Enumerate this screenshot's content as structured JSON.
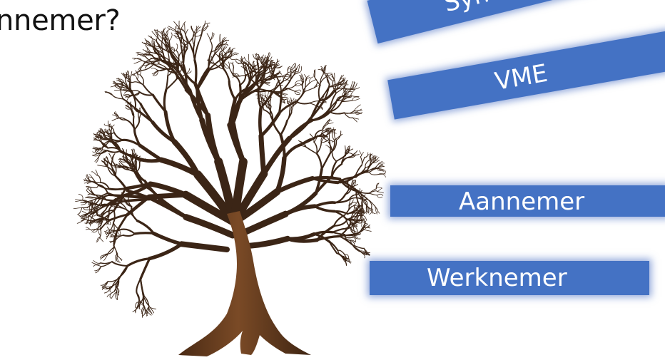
{
  "title": "nnemer?",
  "colors": {
    "banner": "#4472c4",
    "trunk": "#6a3e1e",
    "branch": "#3b2516",
    "text": "#111111"
  },
  "banners": [
    {
      "label": "Syndicus"
    },
    {
      "label": "VME"
    },
    {
      "label": "Aannemer"
    },
    {
      "label": "Werknemer"
    }
  ]
}
